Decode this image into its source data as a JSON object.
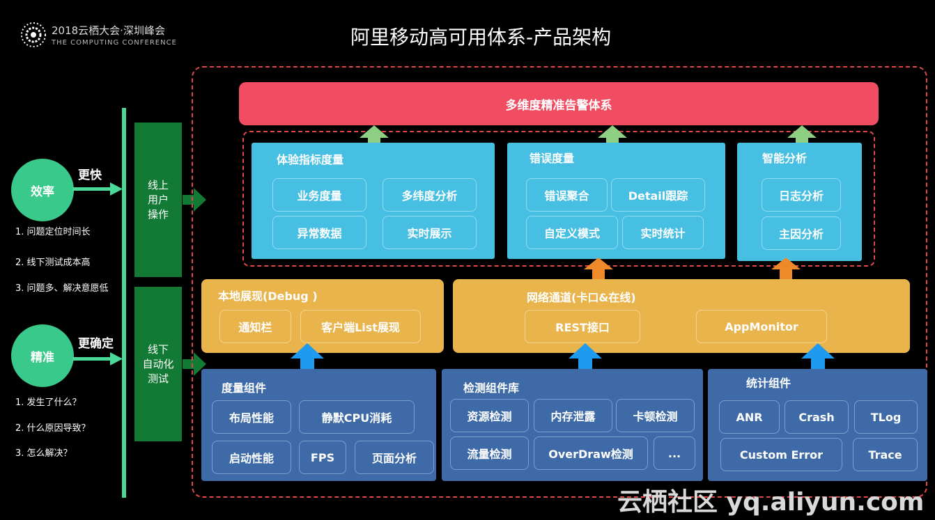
{
  "header": {
    "logo_line1": "2018云栖大会·深圳峰会",
    "logo_line2": "THE COMPUTING CONFERENCE",
    "title": "阿里移动高可用体系-产品架构"
  },
  "left": {
    "efficiency": {
      "label": "效率",
      "arrow_label": "更快",
      "notes": [
        "1. 问题定位时间长",
        "2. 线下测试成本高",
        "3. 问题多、解决意愿低"
      ]
    },
    "precision": {
      "label": "精准",
      "arrow_label": "更确定",
      "notes": [
        "1. 发生了什么？",
        "2. 什么原因导致？",
        "3. 怎么解决？"
      ]
    },
    "online_box": "线上\n用户\n操作",
    "offline_box": "线下\n自动化\n测试"
  },
  "top_banner": "多维度精准告警体系",
  "experience": {
    "title": "体验指标度量",
    "chips": [
      "业务度量",
      "多纬度分析",
      "异常数据",
      "实时展示"
    ]
  },
  "error": {
    "title": "错误度量",
    "chips": [
      "错误聚合",
      "Detail跟踪",
      "自定义模式",
      "实时统计"
    ]
  },
  "smart": {
    "title": "智能分析",
    "chips": [
      "日志分析",
      "主因分析"
    ]
  },
  "local": {
    "title": "本地展现(Debug )",
    "chips": [
      "通知栏",
      "客户端List展现"
    ]
  },
  "network": {
    "title": "网络通道(卡口&在线)",
    "chips": [
      "REST接口",
      "AppMonitor"
    ]
  },
  "measure": {
    "title": "度量组件",
    "chips": [
      "布局性能",
      "静默CPU消耗",
      "启动性能",
      "FPS",
      "页面分析"
    ]
  },
  "detect": {
    "title": "检测组件库",
    "chips": [
      "资源检测",
      "内存泄露",
      "卡顿检测",
      "流量检测",
      "OverDraw检测",
      "..."
    ]
  },
  "stats": {
    "title": "统计组件",
    "chips": [
      "ANR",
      "Crash",
      "TLog",
      "Custom Error",
      "Trace"
    ]
  },
  "watermark": "云栖社区 yq.aliyun.com",
  "colors": {
    "pink": "#f04d62",
    "cyan": "#46bfe3",
    "yellow": "#e9b44c",
    "blue": "#3e6ba8",
    "green": "#39c98a",
    "dark_green": "#127a34"
  }
}
